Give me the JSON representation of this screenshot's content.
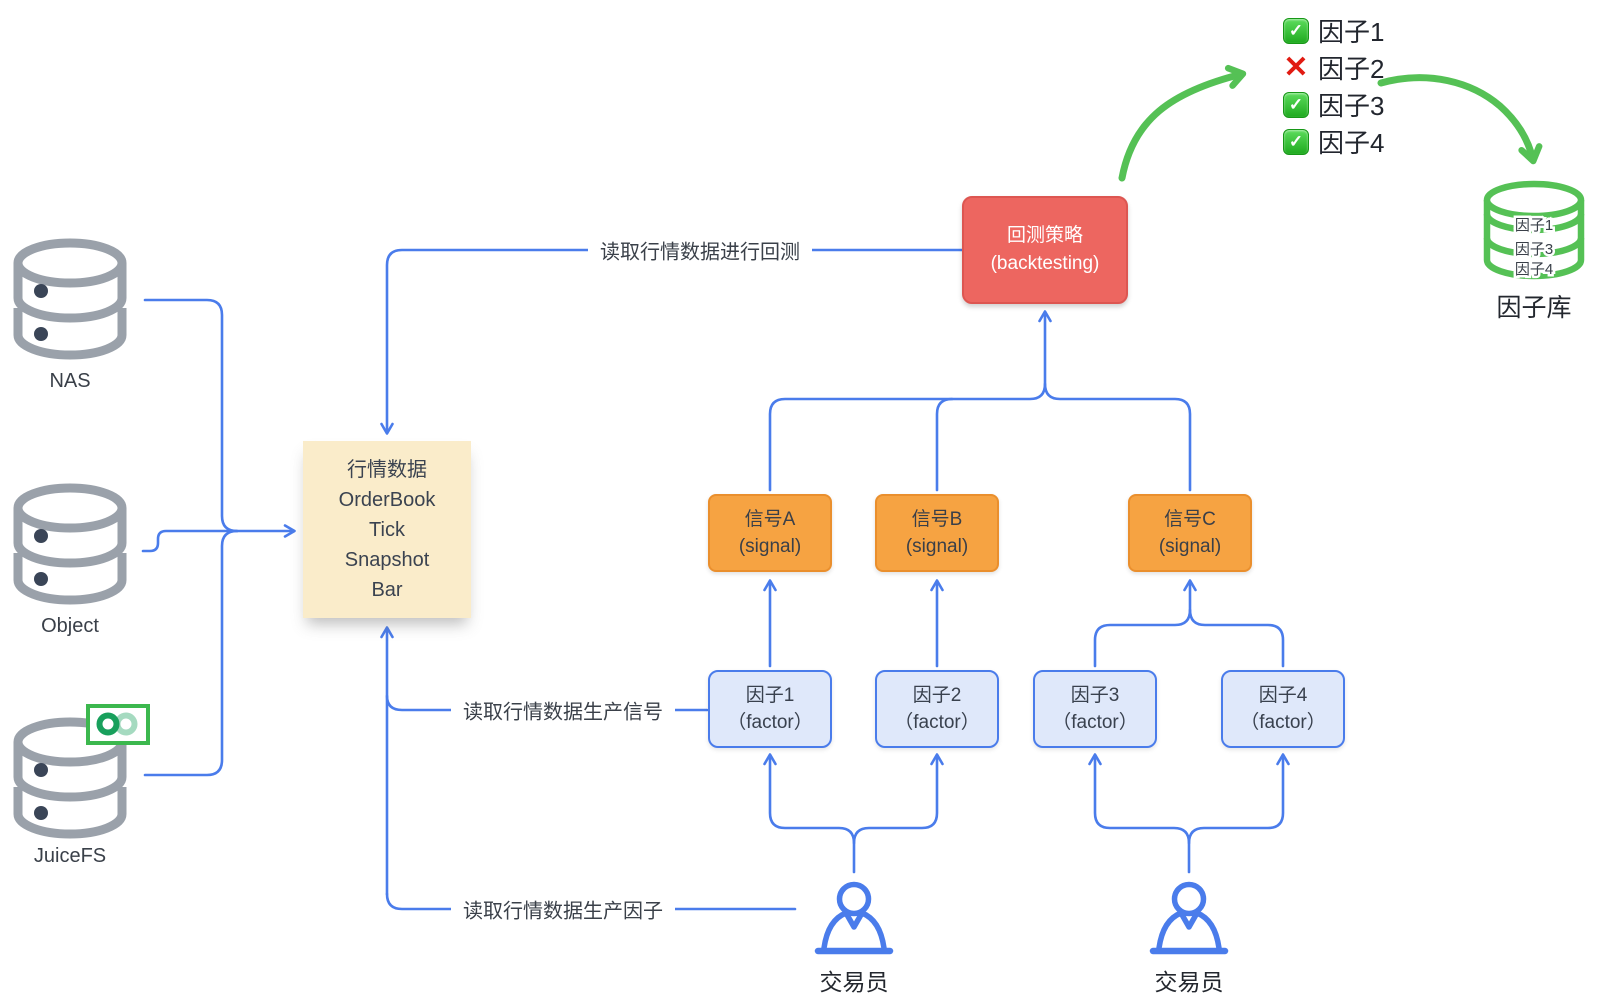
{
  "colors": {
    "line_blue": "#4A7CEB",
    "storage_gray": "#9AA1AA",
    "market_box_bg": "#FAECCA",
    "backtest_bg": "#ED6660",
    "signal_bg": "#F6A342",
    "factor_bg": "#DFE8FA",
    "factor_border": "#4A7CEB",
    "green": "#55C155",
    "check_green": "#2EB82E",
    "cross_red": "#E11B12"
  },
  "storages": [
    {
      "label": "NAS"
    },
    {
      "label": "Object"
    },
    {
      "label": "JuiceFS"
    }
  ],
  "market_data_box": {
    "lines": [
      "行情数据",
      "OrderBook",
      "Tick",
      "Snapshot",
      "Bar"
    ]
  },
  "backtest_box": {
    "title": "回测策略",
    "subtitle": "(backtesting)"
  },
  "signals": [
    {
      "title": "信号A",
      "subtitle": "(signal)"
    },
    {
      "title": "信号B",
      "subtitle": "(signal)"
    },
    {
      "title": "信号C",
      "subtitle": "(signal)"
    }
  ],
  "factors": [
    {
      "title": "因子1",
      "subtitle": "（factor）"
    },
    {
      "title": "因子2",
      "subtitle": "（factor）"
    },
    {
      "title": "因子3",
      "subtitle": "（factor）"
    },
    {
      "title": "因子4",
      "subtitle": "（factor）"
    }
  ],
  "traders": [
    {
      "label": "交易员"
    },
    {
      "label": "交易员"
    }
  ],
  "edge_labels": {
    "backtest": "读取行情数据进行回测",
    "signal": "读取行情数据生产信号",
    "factor": "读取行情数据生产因子"
  },
  "checklist": [
    {
      "label": "因子1",
      "status": "pass"
    },
    {
      "label": "因子2",
      "status": "fail"
    },
    {
      "label": "因子3",
      "status": "pass"
    },
    {
      "label": "因子4",
      "status": "pass"
    }
  ],
  "factor_db": {
    "label": "因子库",
    "items": [
      "因子1",
      "因子3",
      "因子4"
    ]
  }
}
